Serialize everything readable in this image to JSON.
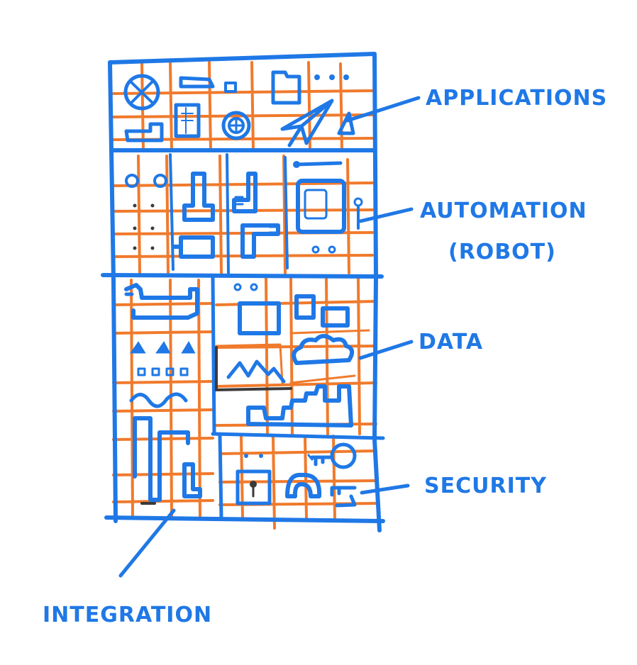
{
  "labels": {
    "applications": "APPLICATIONS",
    "automation_line1": "AUTOMATION",
    "automation_line2": "(ROBOT)",
    "data": "DATA",
    "security": "SECURITY",
    "integration": "INTEGRATION"
  },
  "colors": {
    "primary_blue": "#1f78e6",
    "grid_orange": "#f07a2c",
    "dark_stroke": "#3a3a3a",
    "background": "#ffffff"
  }
}
